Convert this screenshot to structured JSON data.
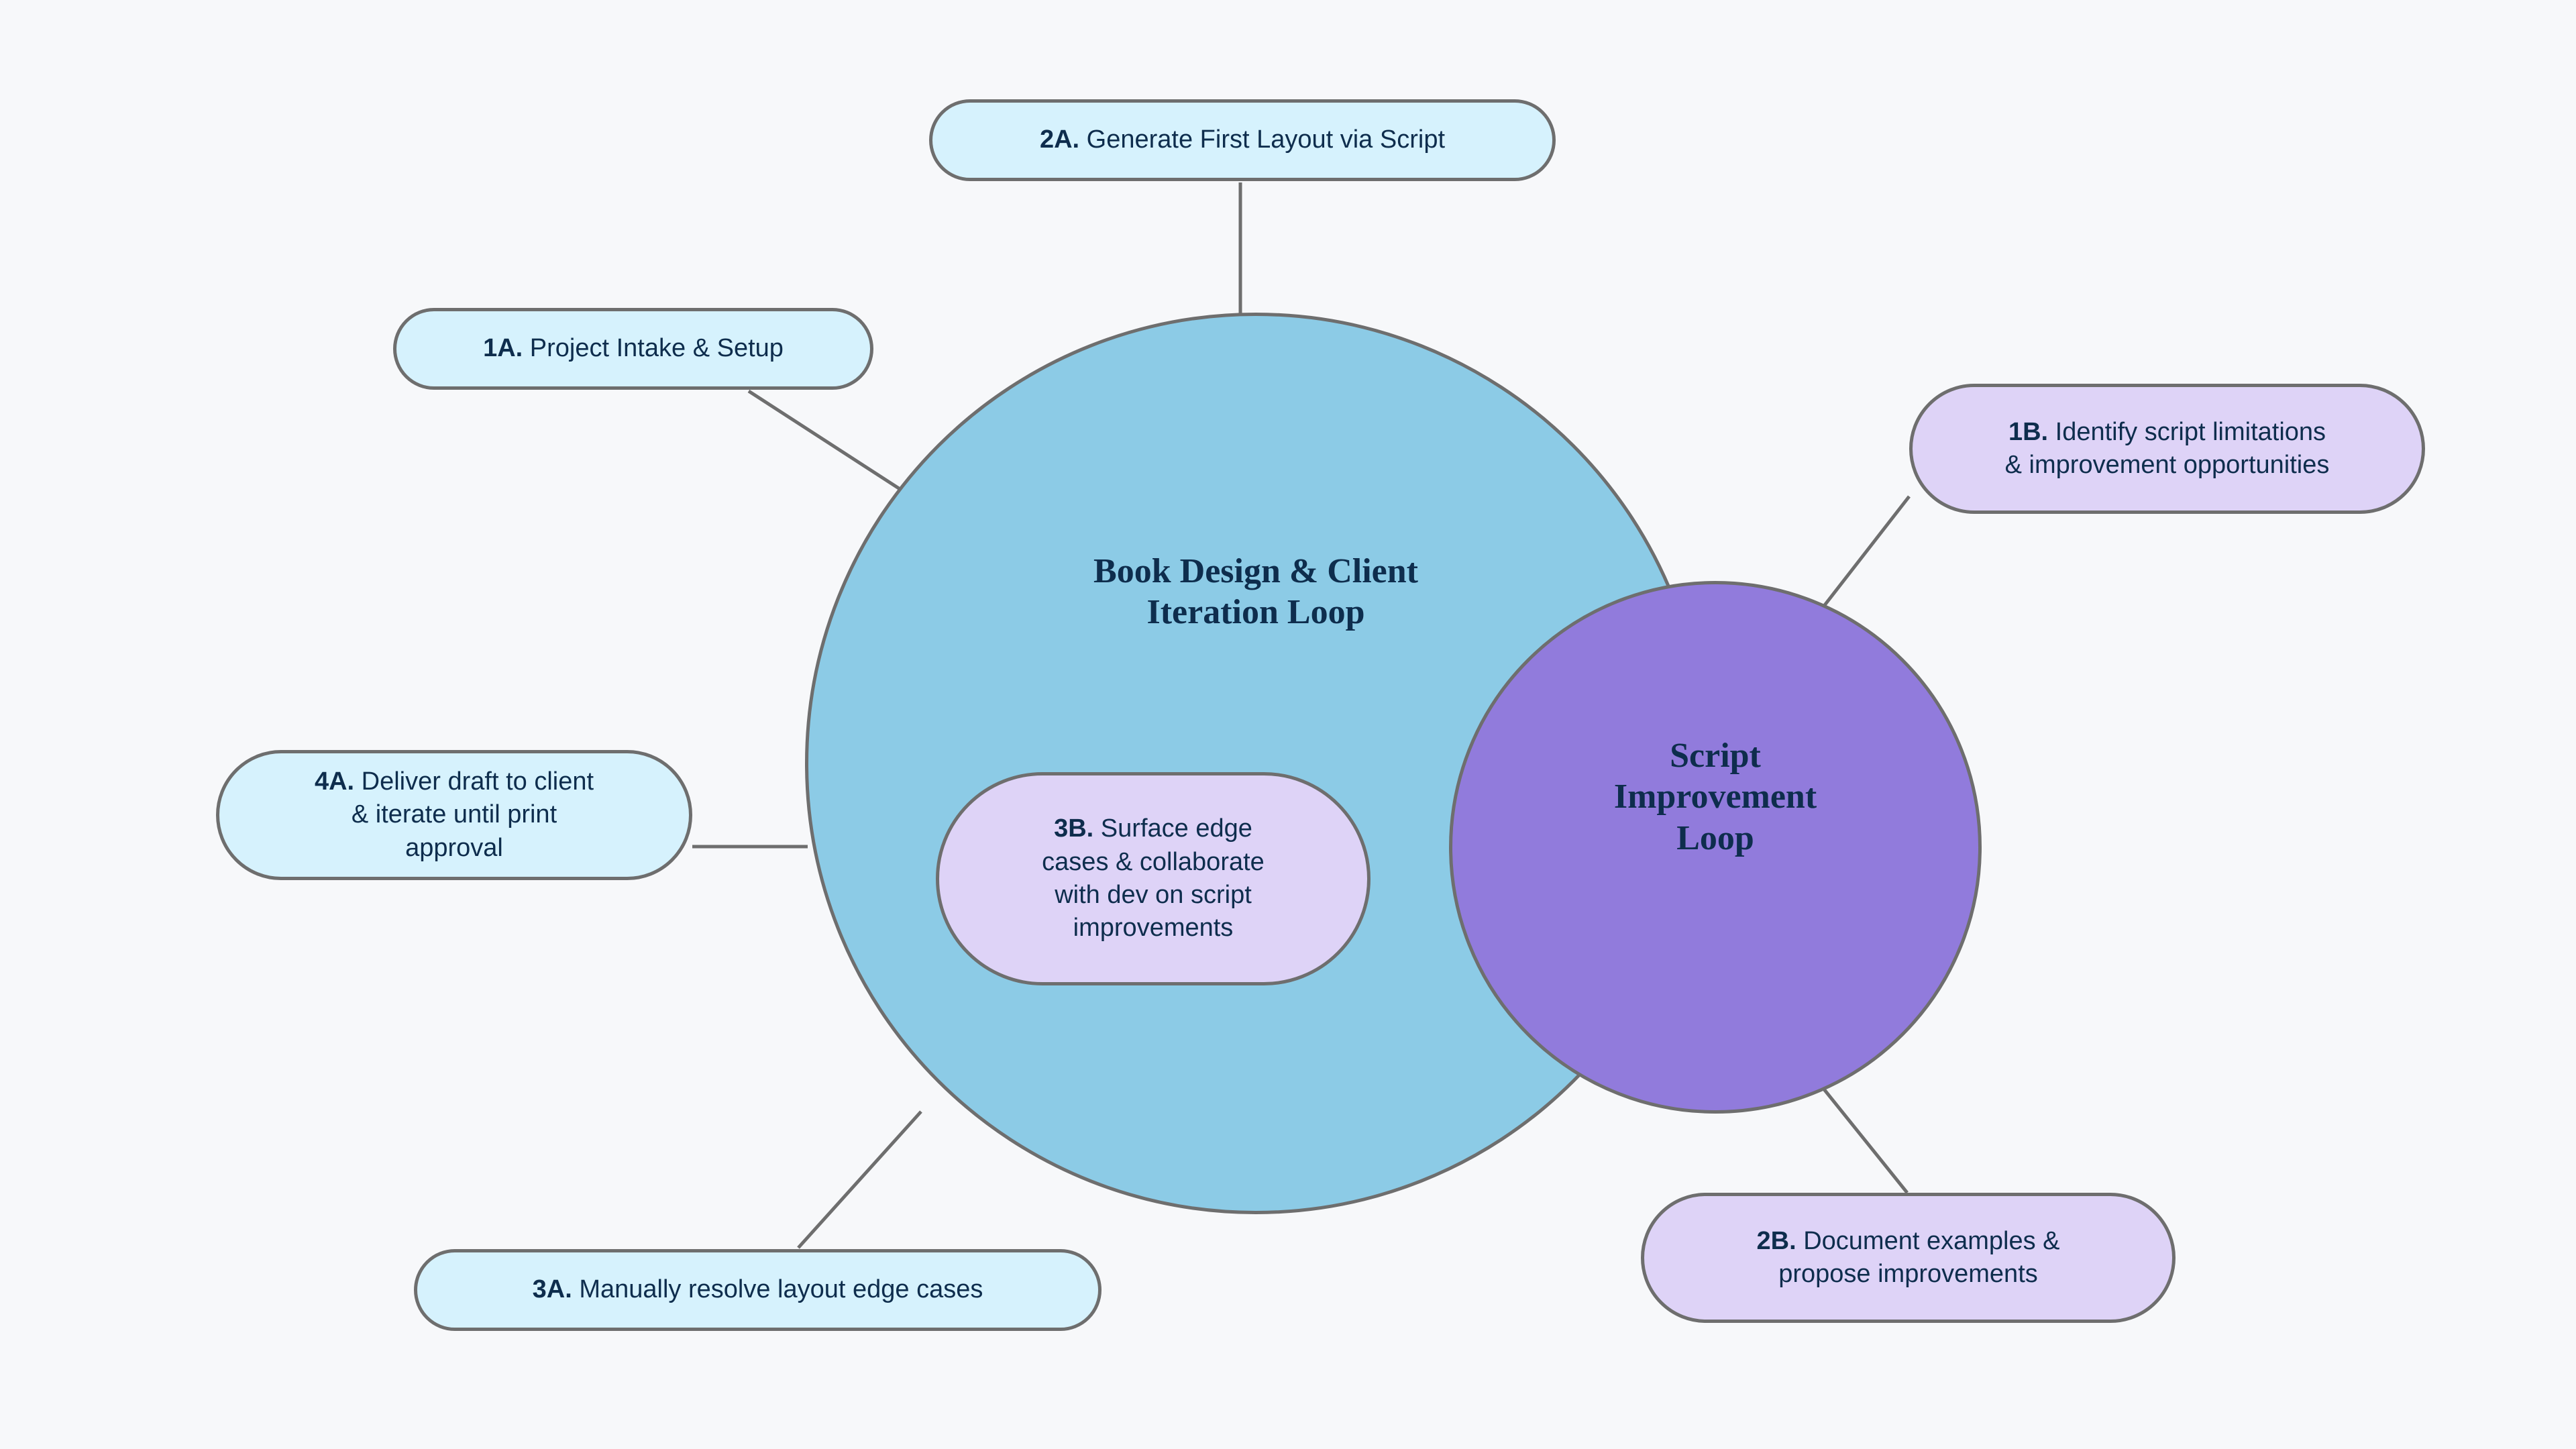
{
  "theme": {
    "background": "#f7f8fa",
    "stroke": "#6e6e6e",
    "text": "#0e2d4d",
    "main_circle_fill": "#8ccbe6",
    "script_circle_fill": "#917bdc",
    "blue_node_fill": "#d6f2fd",
    "lavender_node_fill": "#ded3f7"
  },
  "diagram": {
    "type": "venn-mind-map",
    "circles": [
      {
        "id": "main",
        "title": "Book Design & Client\nIteration Loop",
        "fill": "#8ccbe6"
      },
      {
        "id": "script",
        "title": "Script\nImprovement\nLoop",
        "fill": "#917bdc"
      }
    ],
    "nodes": [
      {
        "id": "1a",
        "tag": "1A.",
        "text": " Project Intake & Setup",
        "track": "A",
        "fill": "#d6f2fd"
      },
      {
        "id": "2a",
        "tag": "2A.",
        "text": " Generate First Layout via Script",
        "track": "A",
        "fill": "#d6f2fd"
      },
      {
        "id": "3a",
        "tag": "3A.",
        "text": " Manually resolve layout edge cases",
        "track": "A",
        "fill": "#d6f2fd"
      },
      {
        "id": "4a",
        "tag": "4A.",
        "text": " Deliver draft to client\n& iterate until print\napproval",
        "track": "A",
        "fill": "#d6f2fd"
      },
      {
        "id": "1b",
        "tag": "1B.",
        "text": " Identify script limitations\n& improvement opportunities",
        "track": "B",
        "fill": "#ded3f7"
      },
      {
        "id": "2b",
        "tag": "2B.",
        "text": " Document examples &\npropose improvements",
        "track": "B",
        "fill": "#ded3f7"
      },
      {
        "id": "3b",
        "tag": "3B.",
        "text": " Surface edge\ncases & collaborate\nwith dev on script\nimprovements",
        "track": "B",
        "fill": "#ded3f7"
      }
    ]
  }
}
